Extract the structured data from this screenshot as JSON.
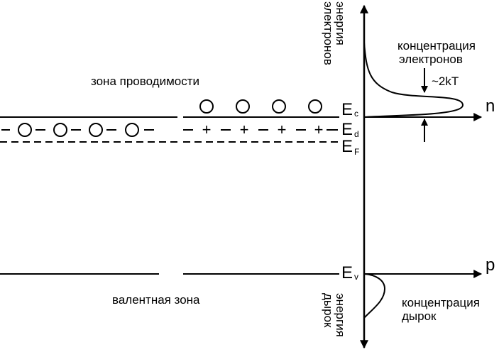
{
  "labels": {
    "conduction_band": "зона проводимости",
    "valence_band": "валентная зона",
    "electron_concentration": [
      "концентрация",
      "электронов"
    ],
    "hole_concentration": [
      "концентрация",
      "дырок"
    ],
    "energy_electrons": [
      "энергия",
      "электронов"
    ],
    "energy_holes": [
      "энергия",
      "дырок"
    ],
    "width_annotation": "~2kT",
    "axis_n": "n",
    "axis_p": "p"
  },
  "levels": {
    "Ec": {
      "main": "E",
      "sub": "c"
    },
    "Ed": {
      "main": "E",
      "sub": "d"
    },
    "EF": {
      "main": "E",
      "sub": "F"
    },
    "Ev": {
      "main": "E",
      "sub": "v"
    }
  },
  "donor_row": {
    "ionized_symbol": "+",
    "ionized_count": 4,
    "neutral_count": 4,
    "free_electron_count": 4
  },
  "colors": {
    "line": "#000000",
    "background": "#ffffff"
  }
}
